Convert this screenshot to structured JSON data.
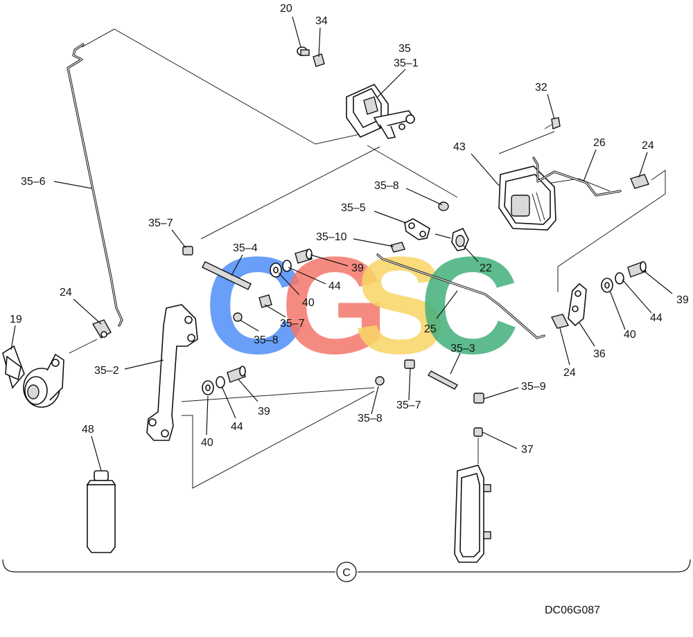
{
  "drawing_code": "DC06G087",
  "group_marker": "C",
  "watermark": {
    "letters": [
      {
        "text": "C",
        "color": "#4f8ff7"
      },
      {
        "text": "G",
        "color": "#f4776b"
      },
      {
        "text": "S",
        "color": "#f9d566"
      },
      {
        "text": "C",
        "color": "#43b07a"
      }
    ]
  },
  "labels": {
    "l20": "20",
    "l34": "34",
    "l35": "35",
    "l35_1": "35–1",
    "l35_6": "35–6",
    "l32": "32",
    "l43": "43",
    "l26": "26",
    "l24a": "24",
    "l35_8a": "35–8",
    "l35_5": "35–5",
    "l35_10": "35–10",
    "l22": "22",
    "l35_7a": "35–7",
    "l35_4": "35–4",
    "l39a": "39",
    "l44a": "44",
    "l40a": "40",
    "l35_7b": "35–7",
    "l35_8b": "35–8",
    "l25": "25",
    "l39b": "39",
    "l44b": "44",
    "l40b": "40",
    "l24b": "24",
    "l19": "19",
    "l35_2": "35–2",
    "l39c": "39",
    "l44c": "44",
    "l40c": "40",
    "l35_3": "35–3",
    "l35_7c": "35–7",
    "l35_8c": "35–8",
    "l35_9": "35–9",
    "l36": "36",
    "l24c": "24",
    "l48": "48",
    "l37": "37"
  }
}
